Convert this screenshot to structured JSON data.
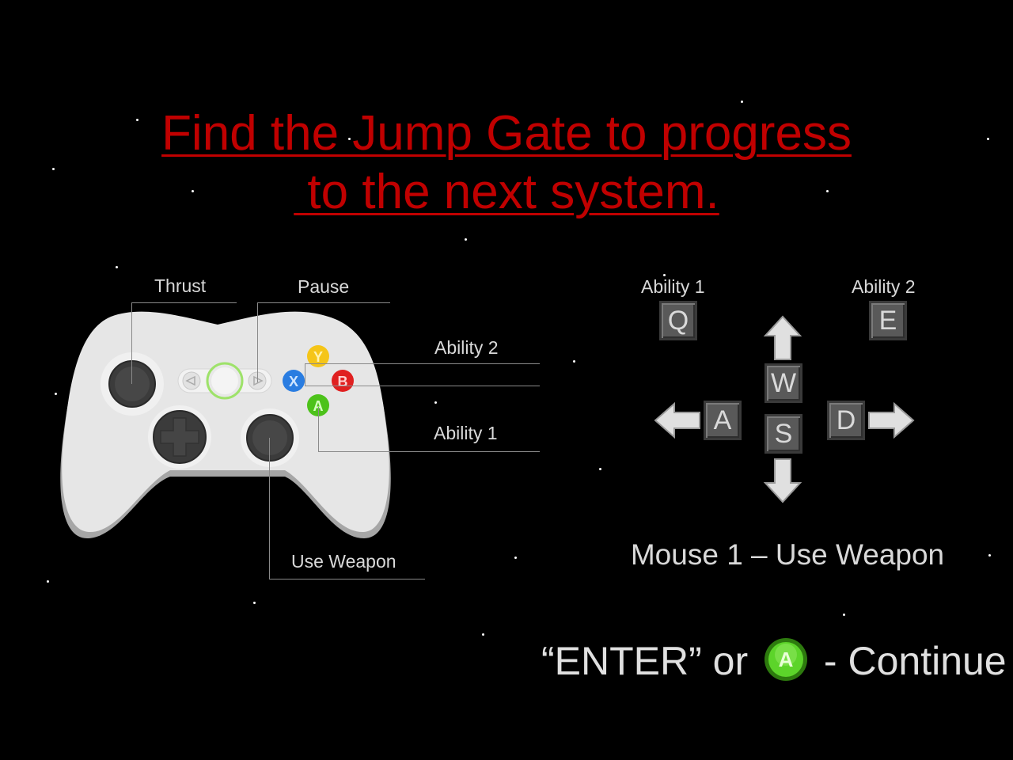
{
  "objective": {
    "line1": "Find the Jump Gate to progress",
    "line2": " to the next system."
  },
  "controller": {
    "thrust": "Thrust",
    "pause": "Pause",
    "ability2": "Ability 2",
    "ability1": "Ability 1",
    "use_weapon": "Use Weapon",
    "buttons": {
      "y": "Y",
      "x": "X",
      "b": "B",
      "a": "A"
    },
    "colors": {
      "y": "#f5c518",
      "x": "#2a7de1",
      "b": "#e02020",
      "a": "#4cc21a",
      "body": "#e6e6e6"
    }
  },
  "keyboard": {
    "ability1_label": "Ability 1",
    "ability2_label": "Ability 2",
    "keys": {
      "q": "Q",
      "e": "E",
      "w": "W",
      "a": "A",
      "s": "S",
      "d": "D"
    },
    "mouse": "Mouse 1 – Use Weapon"
  },
  "continue": {
    "prefix": "“ENTER” or",
    "button": "A",
    "suffix": "- Continue"
  },
  "colors": {
    "title": "#c00000",
    "background": "#000000",
    "text": "#d9d9d9"
  }
}
